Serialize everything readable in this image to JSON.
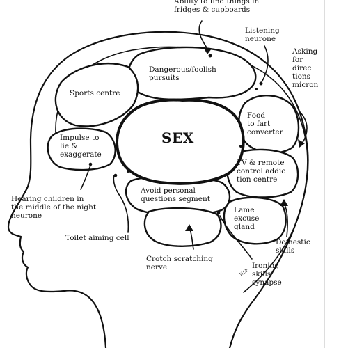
{
  "diagram": {
    "center_label": "SEX",
    "side_mark": "HLP",
    "labels": {
      "find_things": "Ability to find things in\nfridges & cupboards",
      "listening": "Listening\nneurone",
      "directions": "Asking\nfor\ndirec\ntions\nmicron",
      "dangerous": "Dangerous/foolish\npursuits",
      "sports": "Sports centre",
      "food": "Food\nto fart\nconverter",
      "impulse": "Impulse to\nlie &\nexaggerate",
      "tv": "TV & remote\ncontrol addic\ntion centre",
      "avoid": "Avoid personal\nquestions segment",
      "hearing": "Hearing children in\nthe middle of the night\nneurone",
      "lame": "Lame\nexcuse\ngland",
      "toilet": "Toilet aiming cell",
      "domestic": "Domestic\nskills",
      "crotch": "Crotch scratching\nnerve",
      "ironing": "Ironing\nskills\nsynapse"
    }
  }
}
